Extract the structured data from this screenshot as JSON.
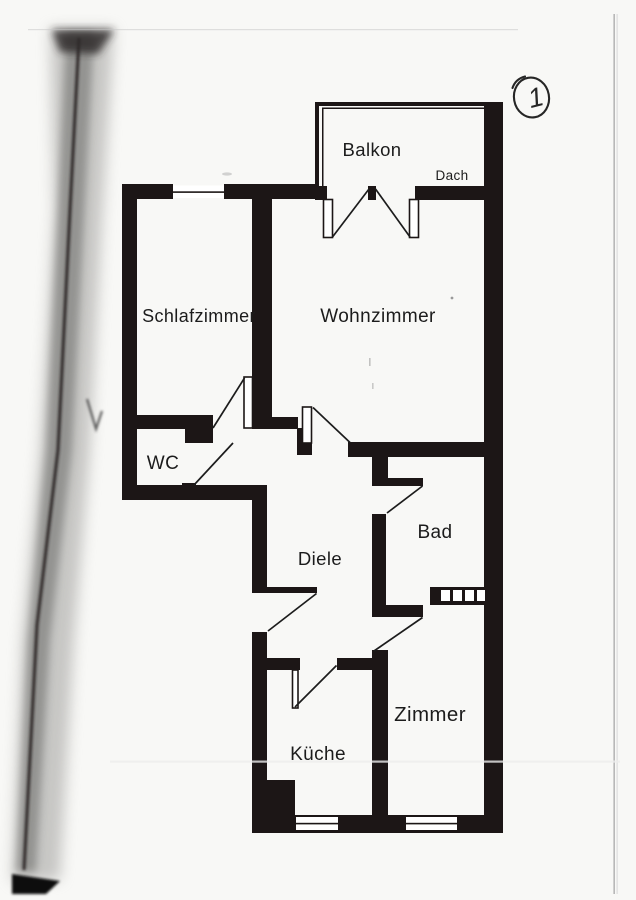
{
  "page": {
    "colors": {
      "wall": "#1b1916",
      "ink": "#1c1c1c",
      "paper": "#f8f8f6"
    },
    "annotations": {
      "page_mark": "1"
    },
    "floor_plan": {
      "rooms": [
        {
          "id": "balkon",
          "label": "Balkon"
        },
        {
          "id": "dach",
          "label": "Dach"
        },
        {
          "id": "schlafzimmer",
          "label": "Schlafzimmer"
        },
        {
          "id": "wohnzimmer",
          "label": "Wohnzimmer"
        },
        {
          "id": "wc",
          "label": "WC"
        },
        {
          "id": "diele",
          "label": "Diele"
        },
        {
          "id": "bad",
          "label": "Bad"
        },
        {
          "id": "kueche",
          "label": "Küche"
        },
        {
          "id": "zimmer",
          "label": "Zimmer"
        }
      ]
    }
  }
}
